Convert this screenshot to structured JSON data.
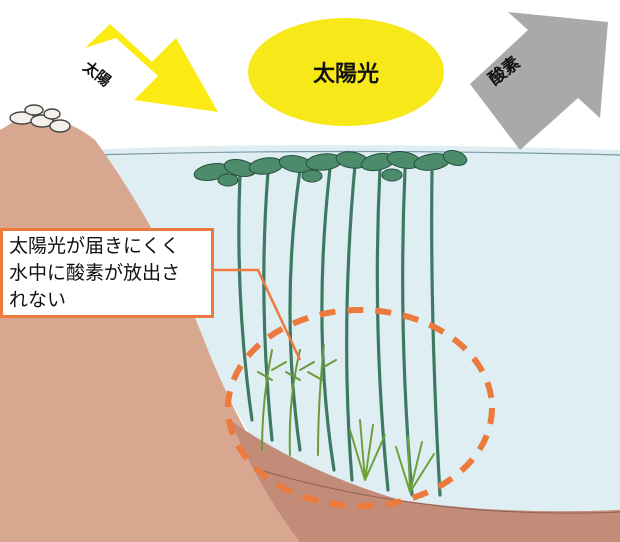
{
  "arrows": {
    "sun_label": "太陽",
    "oxygen_label": "酸素"
  },
  "sunlight": {
    "label": "太陽光"
  },
  "callout": {
    "text": "太陽光が届きにくく\n水中に酸素が放出さ\nれない"
  },
  "colors": {
    "sun_arrow": "#fbeb12",
    "sunlight_ellipse": "#f7e81a",
    "oxygen_arrow": "#a9a9ab",
    "callout_border": "#ec7a3c",
    "dashed_circle": "#ec7a3c",
    "water": "#dcedf2",
    "soil": "#c9907a",
    "plants": "#3e7a63"
  }
}
